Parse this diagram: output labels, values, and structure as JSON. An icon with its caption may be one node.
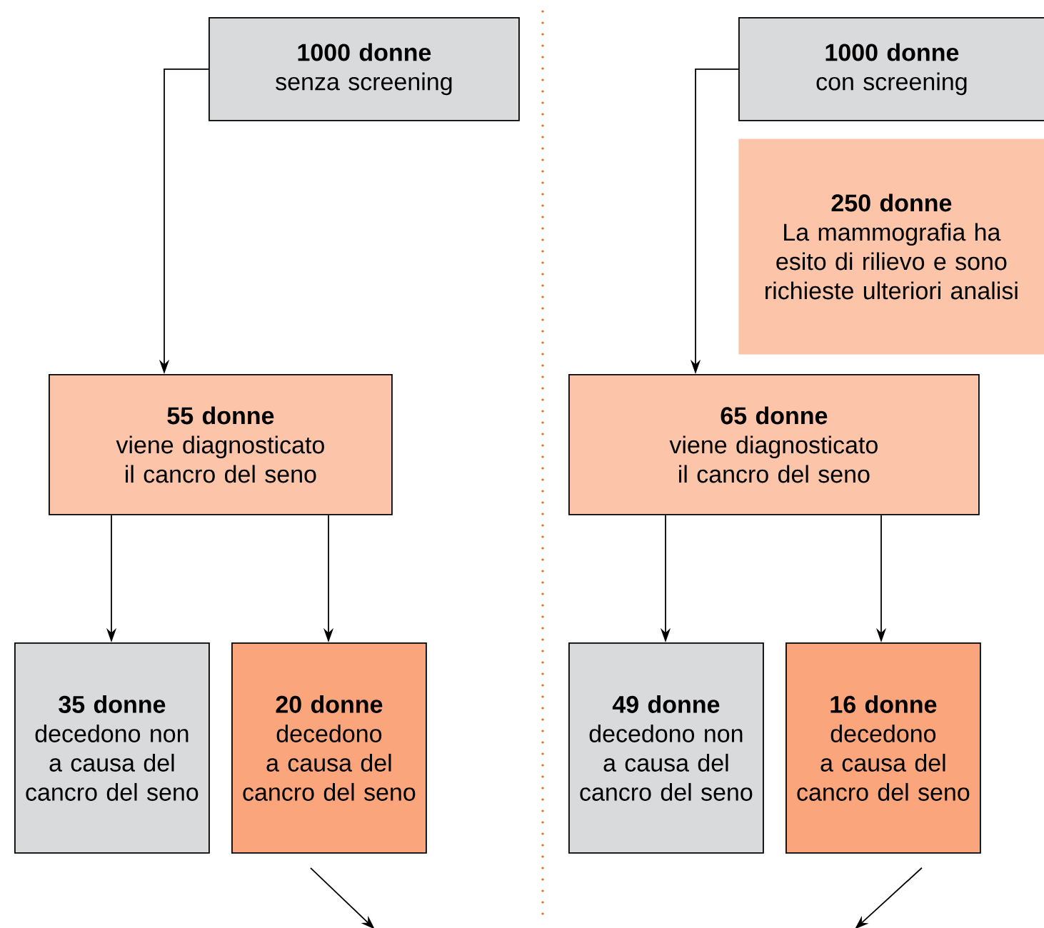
{
  "diagram": {
    "nodes": [
      {
        "text": [
          "1000 donne",
          "senza screening"
        ]
      },
      {
        "text": [
          "1000 donne",
          "con screening"
        ]
      },
      {
        "text": [
          "250 donne",
          "La mammografia ha esito di rilievo e sono richieste ulteriori analisi"
        ]
      },
      {
        "text": [
          "55 donne",
          "viene diagnosticato il cancro del seno"
        ]
      },
      {
        "text": [
          "65 donne",
          "viene diagnosticato il cancro del seno"
        ]
      },
      {
        "text": [
          "35 donne",
          "decedono non a causa del cancro del seno"
        ]
      },
      {
        "text": [
          "20 donne",
          "decedono a causa del cancro del seno"
        ]
      },
      {
        "text": [
          "49 donne",
          "decedono non a causa del cancro del seno"
        ]
      },
      {
        "text": [
          "16 donne",
          "decedono a causa del cancro del seno"
        ]
      }
    ],
    "edges": [
      {
        "from": 0,
        "to": 3,
        "arrow": "to"
      },
      {
        "from": 1,
        "to": 4,
        "arrow": "to"
      },
      {
        "from": 3,
        "to": 5,
        "arrow": "to"
      },
      {
        "from": 3,
        "to": 6,
        "arrow": "to"
      },
      {
        "from": 4,
        "to": 7,
        "arrow": "to"
      },
      {
        "from": 4,
        "to": 8,
        "arrow": "to"
      },
      {
        "from": 6,
        "to": null,
        "arrow": "to"
      },
      {
        "from": 8,
        "to": null,
        "arrow": "to"
      }
    ]
  }
}
